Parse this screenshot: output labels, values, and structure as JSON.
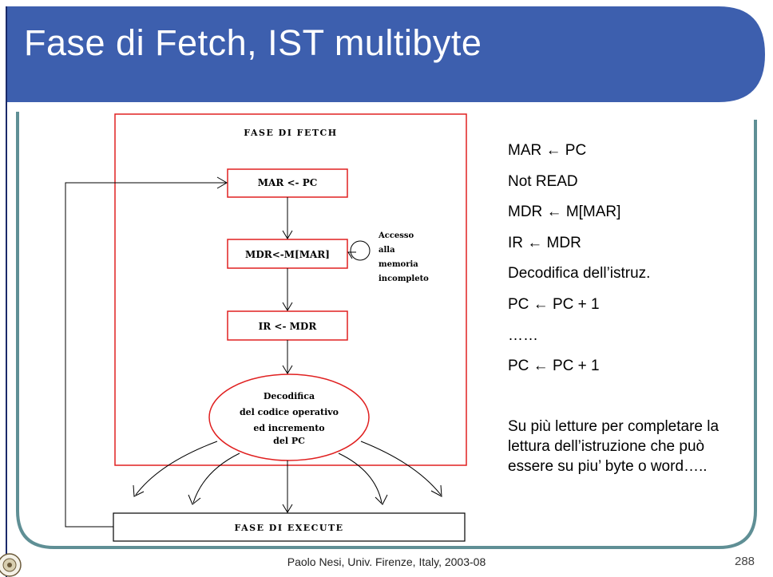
{
  "slide": {
    "title": "Fase di Fetch, IST multibyte",
    "footer": "Paolo Nesi, Univ. Firenze, Italy, 2003-08",
    "page_number": "288"
  },
  "diagram": {
    "fetch_label": "FASE DI FETCH",
    "box1": "MAR <- PC",
    "box2": "MDR<-M[MAR]",
    "box3": "IR <- MDR",
    "loop_label": [
      "Accesso",
      "alla",
      "memoria",
      "incompleto"
    ],
    "decode": [
      "Decodifica",
      "del codice operativo",
      "ed incremento",
      "del PC"
    ],
    "execute_label": "FASE DI EXECUTE"
  },
  "steps": [
    "MAR ← PC",
    "Not READ",
    "MDR ← M[MAR]",
    "IR ← MDR",
    "Decodifica dell’istruz.",
    "PC ← PC + 1",
    "……",
    "PC ← PC + 1"
  ],
  "note": "Su più letture per completare la lettura dell’istruzione che può essere su piu’ byte o word…..",
  "colors": {
    "header_blue": "#3d5fae",
    "frame_teal": "#5f8f95",
    "box_red": "#e02020"
  }
}
